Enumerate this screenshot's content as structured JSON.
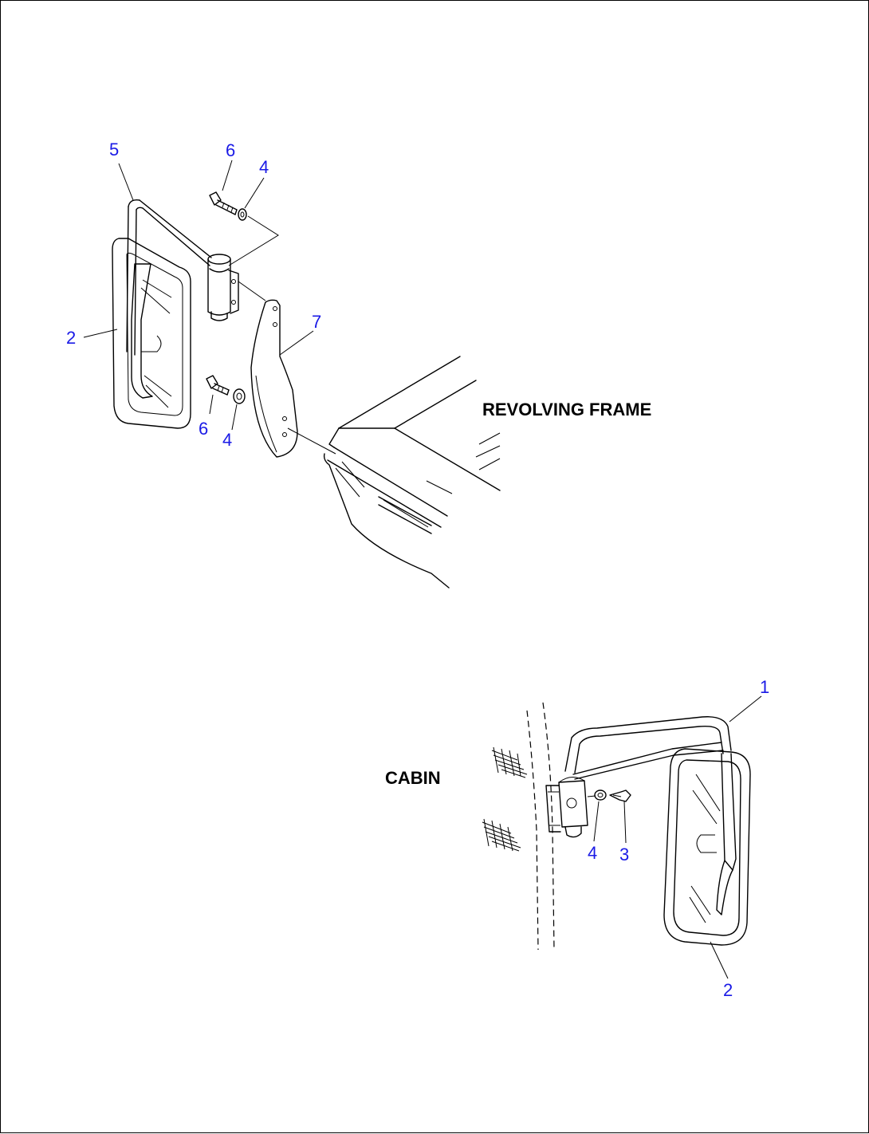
{
  "labels": {
    "revolving_frame": "REVOLVING FRAME",
    "cabin": "CABIN"
  },
  "callouts": {
    "top": {
      "mirror_bracket": "5",
      "bolt_upper": "6",
      "washer_upper": "4",
      "mirror": "2",
      "plate": "7",
      "bolt_lower": "6",
      "washer_lower": "4"
    },
    "bottom": {
      "mirror_bracket": "1",
      "washer": "4",
      "bolt": "3",
      "mirror": "2"
    }
  },
  "colors": {
    "callout": "#1a1ae6",
    "line": "#000000"
  }
}
